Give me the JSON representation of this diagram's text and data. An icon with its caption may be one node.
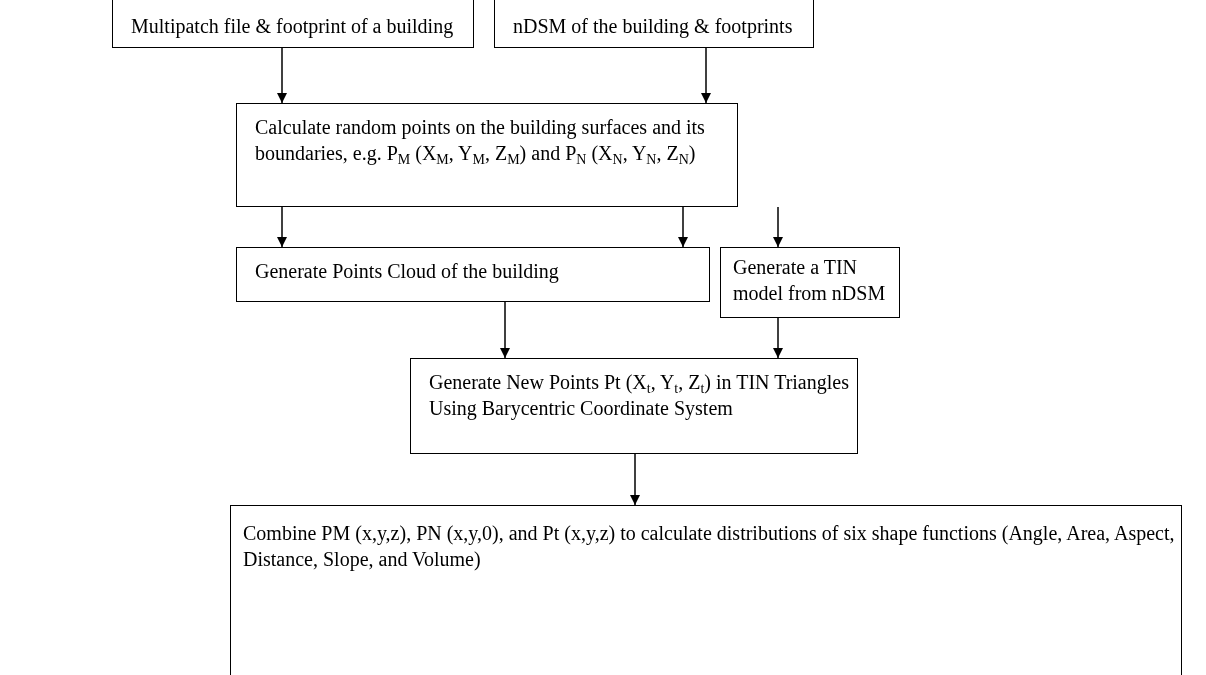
{
  "diagram": {
    "nodes": [
      {
        "text": [
          "Multipatch file & footprint of a building"
        ]
      },
      {
        "text": [
          "nDSM of the building & footprints"
        ]
      },
      {
        "text": [
          "Calculate random points on the building surfaces and its boundaries, e.g. P$_{M}$ (X$_{M}$, Y$_{M}$, Z$_{M}$) and P$_{N}$ (X$_{N}$, Y$_{N}$, Z$_{N}$)"
        ]
      },
      {
        "text": [
          "Generate Points Cloud of the building"
        ]
      },
      {
        "text": [
          "Generate a TIN model from nDSM"
        ]
      },
      {
        "text": [
          "Generate New Points Pt (X$_{t}$, Y$_{t}$, Z$_{t}$) in TIN Triangles Using Barycentric Coordinate System"
        ]
      },
      {
        "text": [
          "Combine PM (x,y,z), PN (x,y,0), and Pt (x,y,z) to calculate distributions of six shape functions (Angle, Area, Aspect, Distance, Slope, and Volume)"
        ]
      }
    ],
    "edges": [
      {
        "from": 0,
        "to": 2,
        "arrow": "to"
      },
      {
        "from": 1,
        "to": 2,
        "arrow": "to"
      },
      {
        "from": 2,
        "to": 3,
        "arrow": "to"
      },
      {
        "from": 2,
        "to": 3,
        "arrow": "to"
      },
      {
        "from": 2,
        "to": 4,
        "arrow": "to"
      },
      {
        "from": 3,
        "to": 5,
        "arrow": "to"
      },
      {
        "from": 4,
        "to": 5,
        "arrow": "to"
      },
      {
        "from": 5,
        "to": 6,
        "arrow": "to"
      }
    ]
  }
}
